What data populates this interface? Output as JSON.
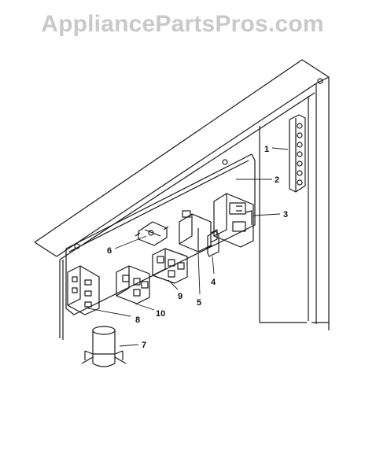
{
  "watermark": "AppliancePartsPros.com",
  "callouts": {
    "c1": "1",
    "c2": "2",
    "c3": "3",
    "c4": "4",
    "c5": "5",
    "c6": "6",
    "c7": "7",
    "c8": "8",
    "c9": "9",
    "c10": "10"
  },
  "colors": {
    "line": "#1a1a1a",
    "watermark": "#c9c9c9",
    "background": "#ffffff"
  }
}
